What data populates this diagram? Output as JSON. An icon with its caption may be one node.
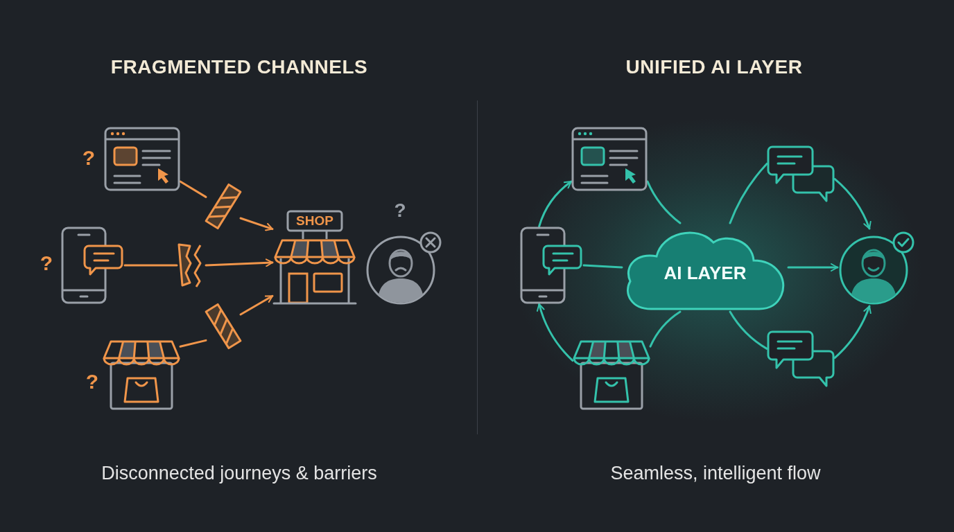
{
  "diagram": {
    "nodes": [
      {
        "text": [],
        "shape": "picture",
        "beside": [
          "?"
        ]
      },
      {
        "text": [],
        "shape": "picture",
        "beside": [
          "?"
        ]
      },
      {
        "text": [],
        "shape": "picture",
        "beside": [
          "?"
        ]
      },
      {
        "text": [],
        "shape": "picture"
      },
      {
        "text": [],
        "shape": "picture"
      },
      {
        "text": [],
        "shape": "picture"
      },
      {
        "text": [
          "SHOP"
        ]
      },
      {
        "text": [],
        "shape": "picture",
        "beside": [
          "?"
        ]
      },
      {
        "text": [],
        "shape": "picture"
      },
      {
        "text": [],
        "shape": "picture"
      },
      {
        "text": [],
        "shape": "picture"
      },
      {
        "text": [
          "AI LAYER"
        ]
      },
      {
        "text": [],
        "shape": "picture"
      },
      {
        "text": [],
        "shape": "picture"
      },
      {
        "text": [],
        "shape": "picture"
      }
    ],
    "edges": [
      {
        "from": 0,
        "to": 3,
        "arrow": "none",
        "color": "#f0954a"
      },
      {
        "from": 3,
        "to": 6,
        "arrow": "to",
        "color": "#f0954a"
      },
      {
        "from": 1,
        "to": 4,
        "arrow": "none",
        "color": "#f0954a"
      },
      {
        "from": 4,
        "to": 6,
        "arrow": "to",
        "color": "#f0954a"
      },
      {
        "from": 2,
        "to": 5,
        "arrow": "none",
        "color": "#f0954a"
      },
      {
        "from": 5,
        "to": 6,
        "arrow": "to",
        "color": "#f0954a"
      },
      {
        "from": 9,
        "to": 8,
        "arrow": "to"
      },
      {
        "from": 10,
        "to": 9,
        "arrow": "to"
      },
      {
        "from": 8,
        "to": 11,
        "arrow": "none"
      },
      {
        "from": 9,
        "to": 11,
        "arrow": "none"
      },
      {
        "from": 10,
        "to": 11,
        "arrow": "none"
      },
      {
        "from": 11,
        "to": 12,
        "arrow": "none"
      },
      {
        "from": 11,
        "to": 13,
        "arrow": "none"
      },
      {
        "from": 11,
        "to": 14,
        "arrow": "to"
      },
      {
        "from": 12,
        "to": 14,
        "arrow": "to"
      },
      {
        "from": 13,
        "to": 14,
        "arrow": "to"
      }
    ],
    "labels": [
      "FRAGMENTED CHANNELS",
      "UNIFIED AI LAYER",
      "Disconnected journeys & barriers",
      "Seamless, intelligent flow"
    ]
  }
}
